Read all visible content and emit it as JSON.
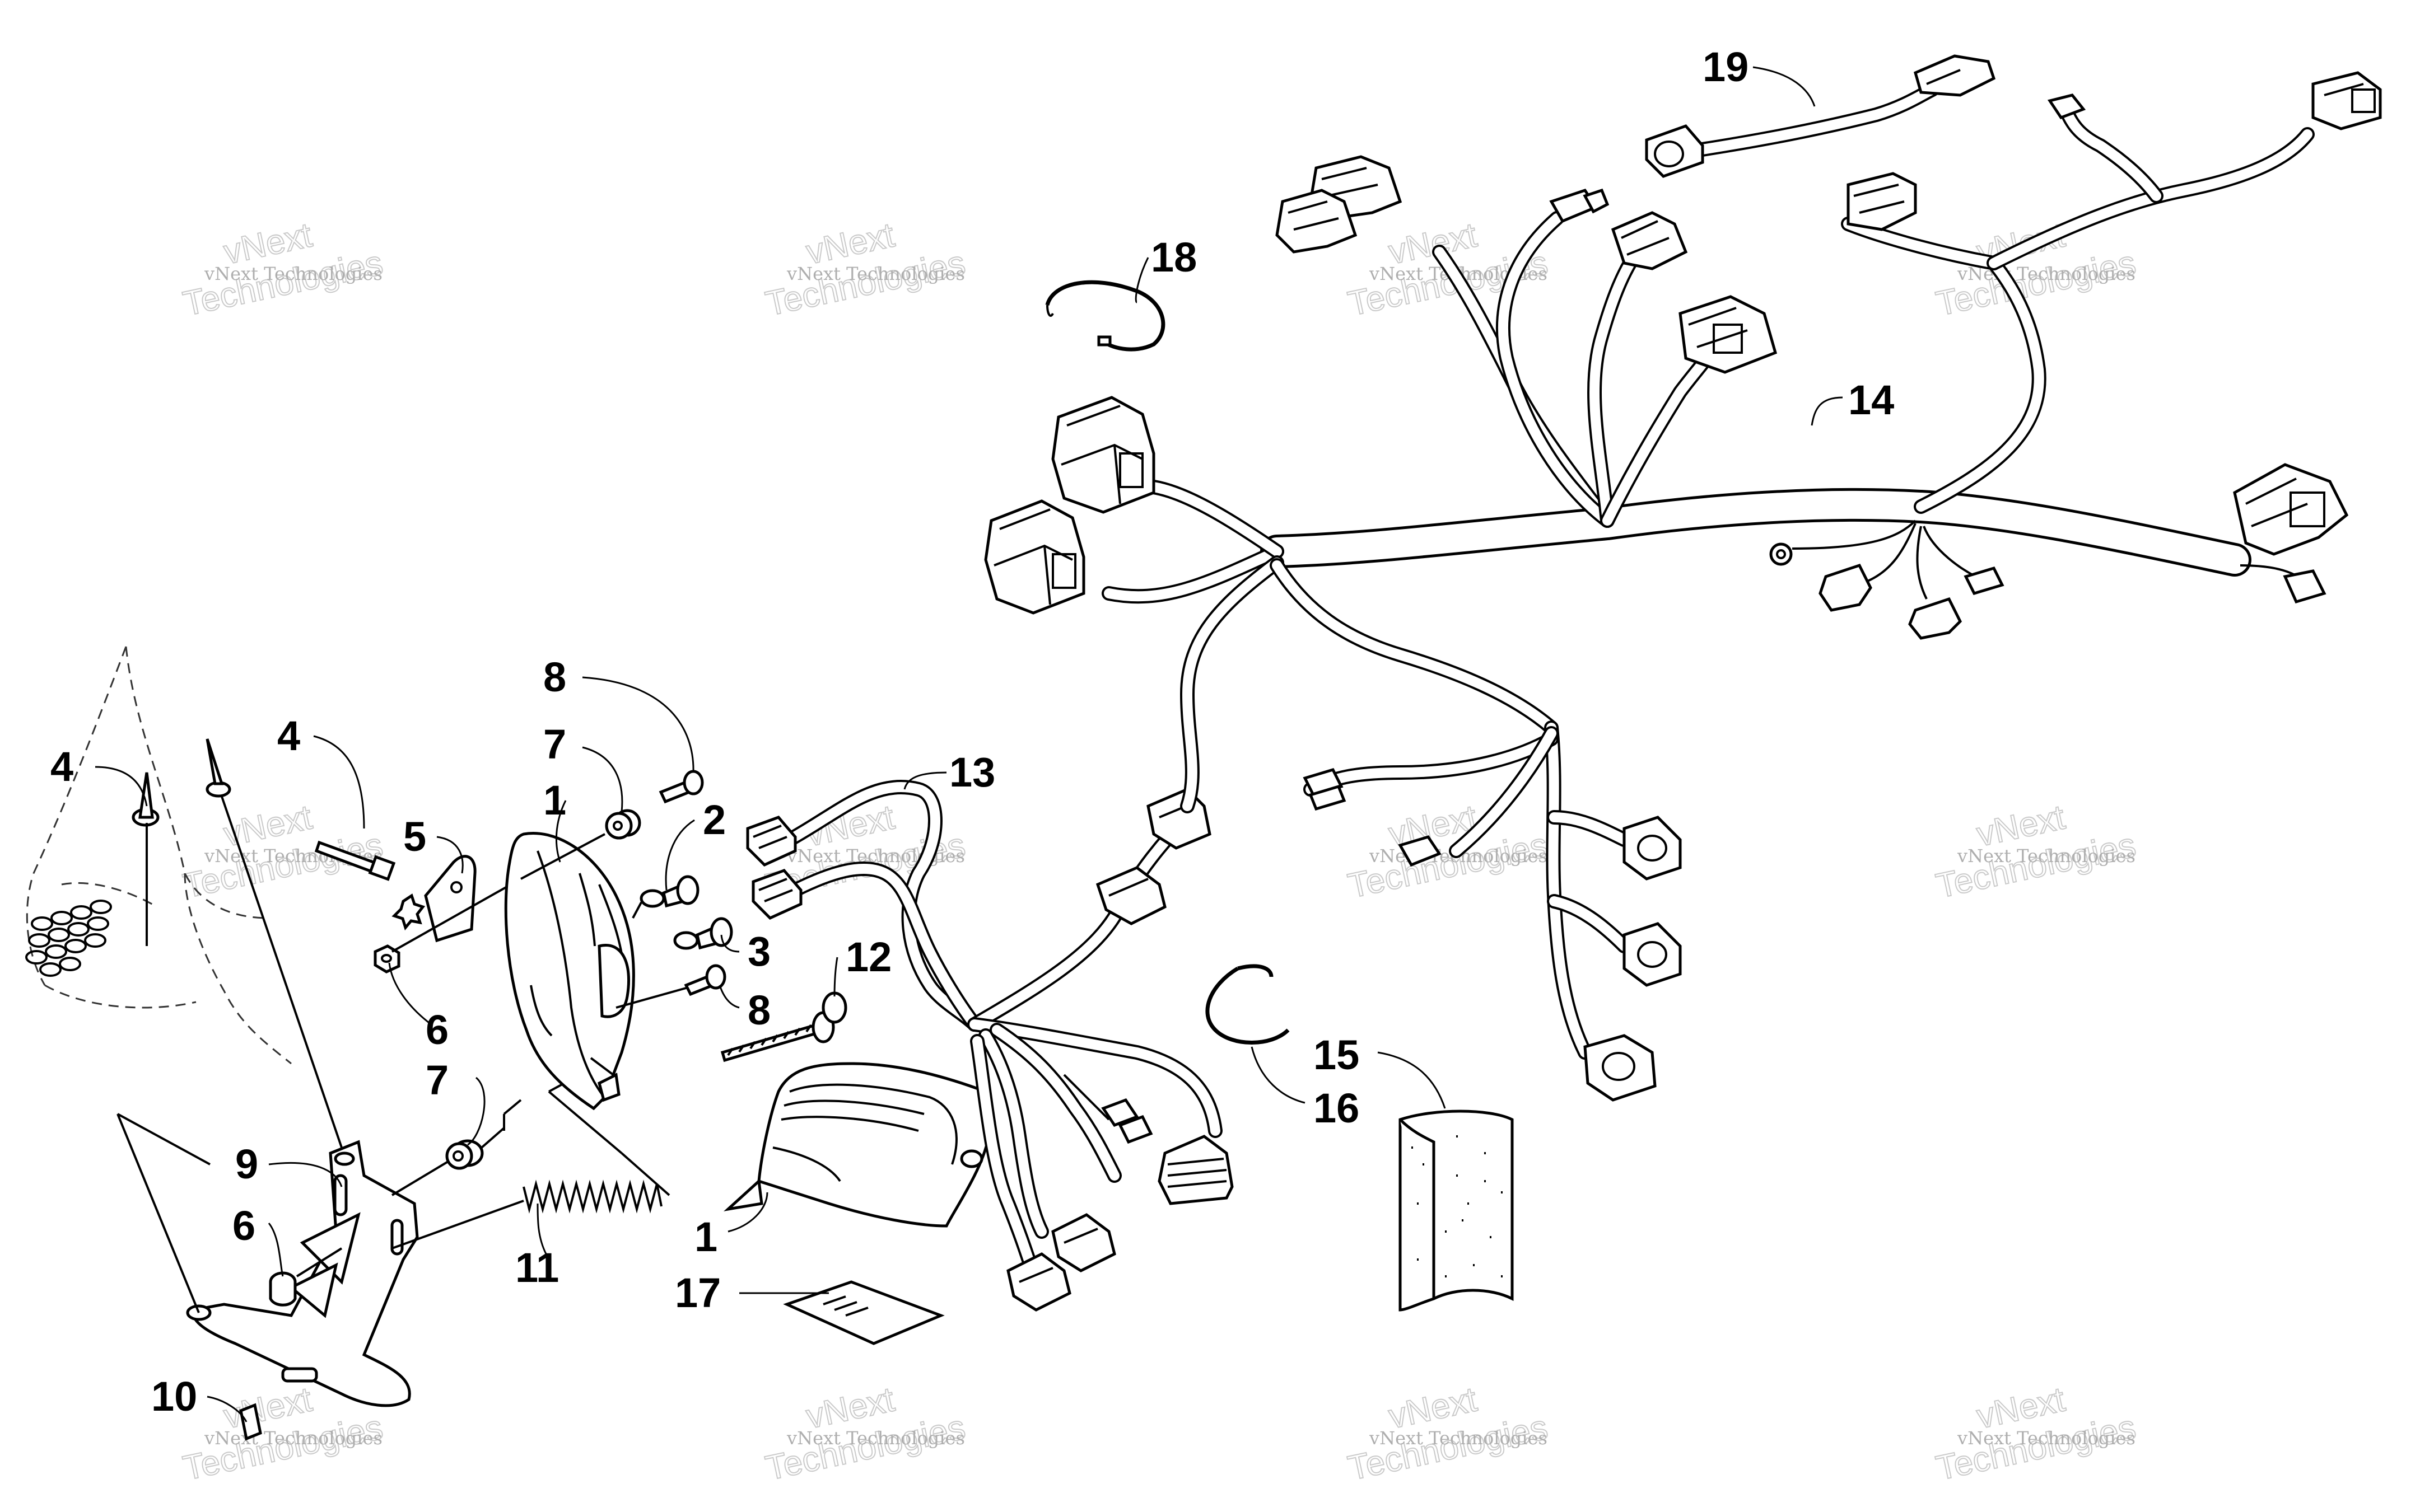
{
  "diagram": {
    "callouts": [
      {
        "id": "c1a",
        "text": "1"
      },
      {
        "id": "c1b",
        "text": "1"
      },
      {
        "id": "c2",
        "text": "2"
      },
      {
        "id": "c3",
        "text": "3"
      },
      {
        "id": "c4a",
        "text": "4"
      },
      {
        "id": "c4b",
        "text": "4"
      },
      {
        "id": "c5",
        "text": "5"
      },
      {
        "id": "c6a",
        "text": "6"
      },
      {
        "id": "c6b",
        "text": "6"
      },
      {
        "id": "c7a",
        "text": "7"
      },
      {
        "id": "c7b",
        "text": "7"
      },
      {
        "id": "c8a",
        "text": "8"
      },
      {
        "id": "c8b",
        "text": "8"
      },
      {
        "id": "c9",
        "text": "9"
      },
      {
        "id": "c10",
        "text": "10"
      },
      {
        "id": "c11",
        "text": "11"
      },
      {
        "id": "c12",
        "text": "12"
      },
      {
        "id": "c13",
        "text": "13"
      },
      {
        "id": "c14",
        "text": "14"
      },
      {
        "id": "c15",
        "text": "15"
      },
      {
        "id": "c16",
        "text": "16"
      },
      {
        "id": "c17",
        "text": "17"
      },
      {
        "id": "c18",
        "text": "18"
      },
      {
        "id": "c19",
        "text": "19"
      }
    ],
    "watermark": {
      "line1": "vNext Technologies",
      "line2": "vNext",
      "line3": "Technologies"
    }
  }
}
